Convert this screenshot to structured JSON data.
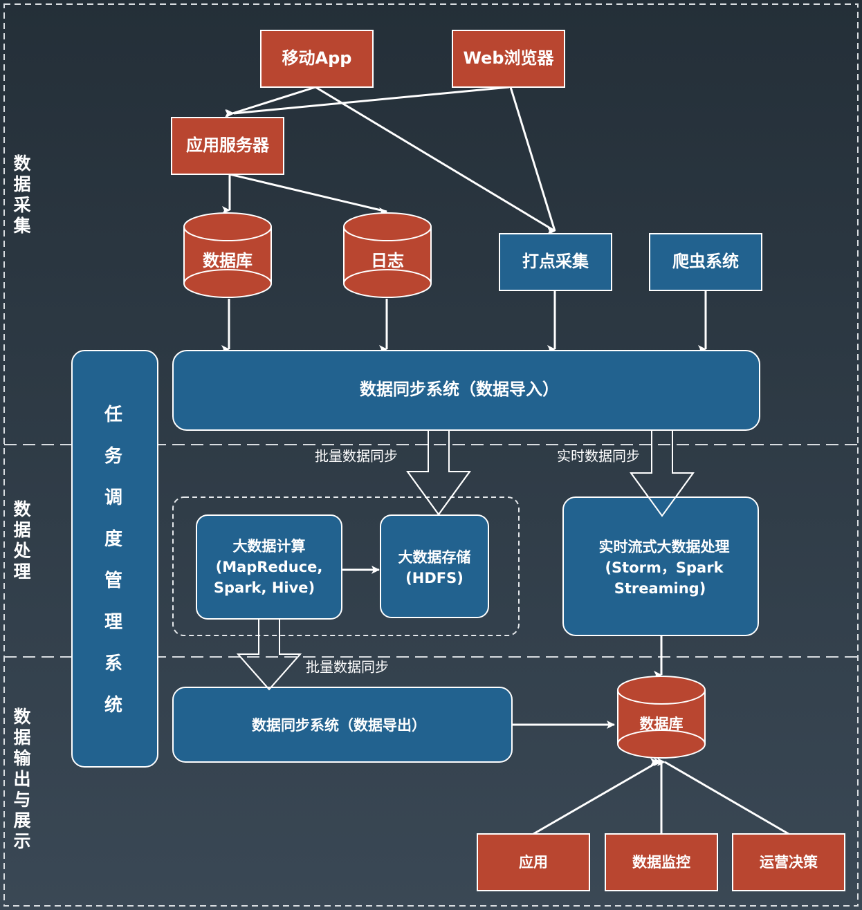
{
  "colors": {
    "red": "#b94630",
    "blue": "#22628f",
    "line": "#ffffff"
  },
  "sections": {
    "collection": "数据采集",
    "processing": "数据处理",
    "output": "数据输出与展示"
  },
  "nodes": {
    "mobile_app": "移动App",
    "web_browser": "Web浏览器",
    "app_server": "应用服务器",
    "database_src": "数据库",
    "log": "日志",
    "tracking": "打点采集",
    "crawler": "爬虫系统",
    "sync_import": "数据同步系统（数据导入）",
    "scheduler": "任务调度管理系统",
    "bigdata_compute": [
      "大数据计算",
      "(MapReduce,",
      "Spark, Hive)"
    ],
    "bigdata_storage": [
      "大数据存储",
      "(HDFS)"
    ],
    "realtime": [
      "实时流式大数据处理",
      "(Storm，Spark",
      "Streaming)"
    ],
    "sync_export": "数据同步系统（数据导出）",
    "database_out": "数据库",
    "application": "应用",
    "monitoring": "数据监控",
    "operations": "运营决策"
  },
  "edges": {
    "batch_sync_1": "批量数据同步",
    "realtime_sync": "实时数据同步",
    "batch_sync_2": "批量数据同步"
  }
}
